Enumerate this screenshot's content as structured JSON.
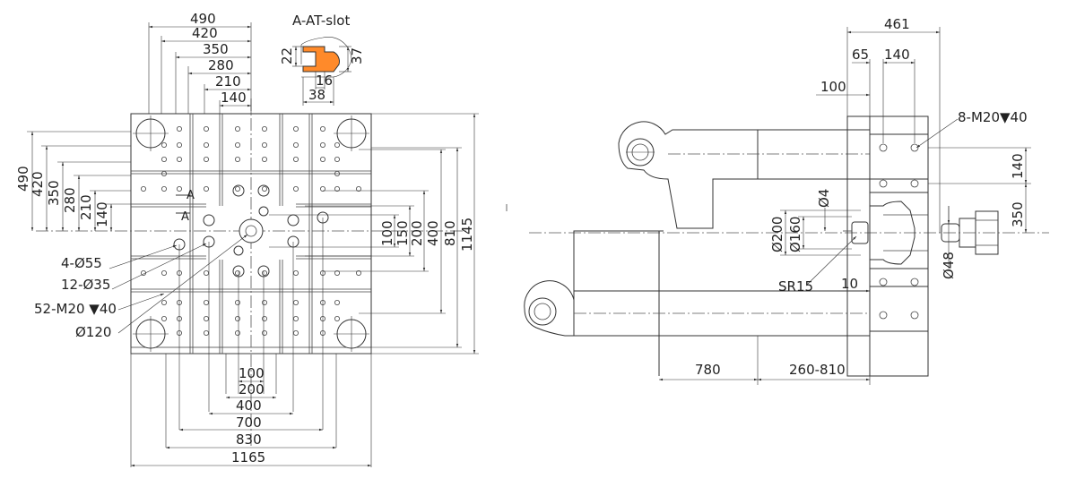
{
  "colors": {
    "line": "#333333",
    "background": "#ffffff",
    "section_fill": "#ff8a2a"
  },
  "left_view": {
    "top_dims": [
      "490",
      "420",
      "350",
      "280",
      "210",
      "140"
    ],
    "left_dims": [
      "490",
      "420",
      "350",
      "280",
      "210",
      "140"
    ],
    "right_dims": [
      "100",
      "150",
      "200",
      "400",
      "810",
      "1145"
    ],
    "bottom_dims": [
      "100",
      "200",
      "400",
      "700",
      "830",
      "1165"
    ],
    "callouts": [
      "4-Ø55",
      "12-Ø35",
      "52-M20 ▼40",
      "Ø120"
    ],
    "section_mark": "A"
  },
  "slot_detail": {
    "title": "A-AT-slot",
    "dims": [
      "22",
      "37",
      "16",
      "38"
    ]
  },
  "right_view": {
    "top_dims": [
      "461",
      "65",
      "140",
      "100"
    ],
    "callouts": [
      "8-M20▼40",
      "Ø4",
      "Ø200",
      "Ø160",
      "SR15",
      "10",
      "Ø48"
    ],
    "right_dims": [
      "140",
      "350"
    ],
    "bottom_dims": [
      "780",
      "260-810"
    ]
  }
}
